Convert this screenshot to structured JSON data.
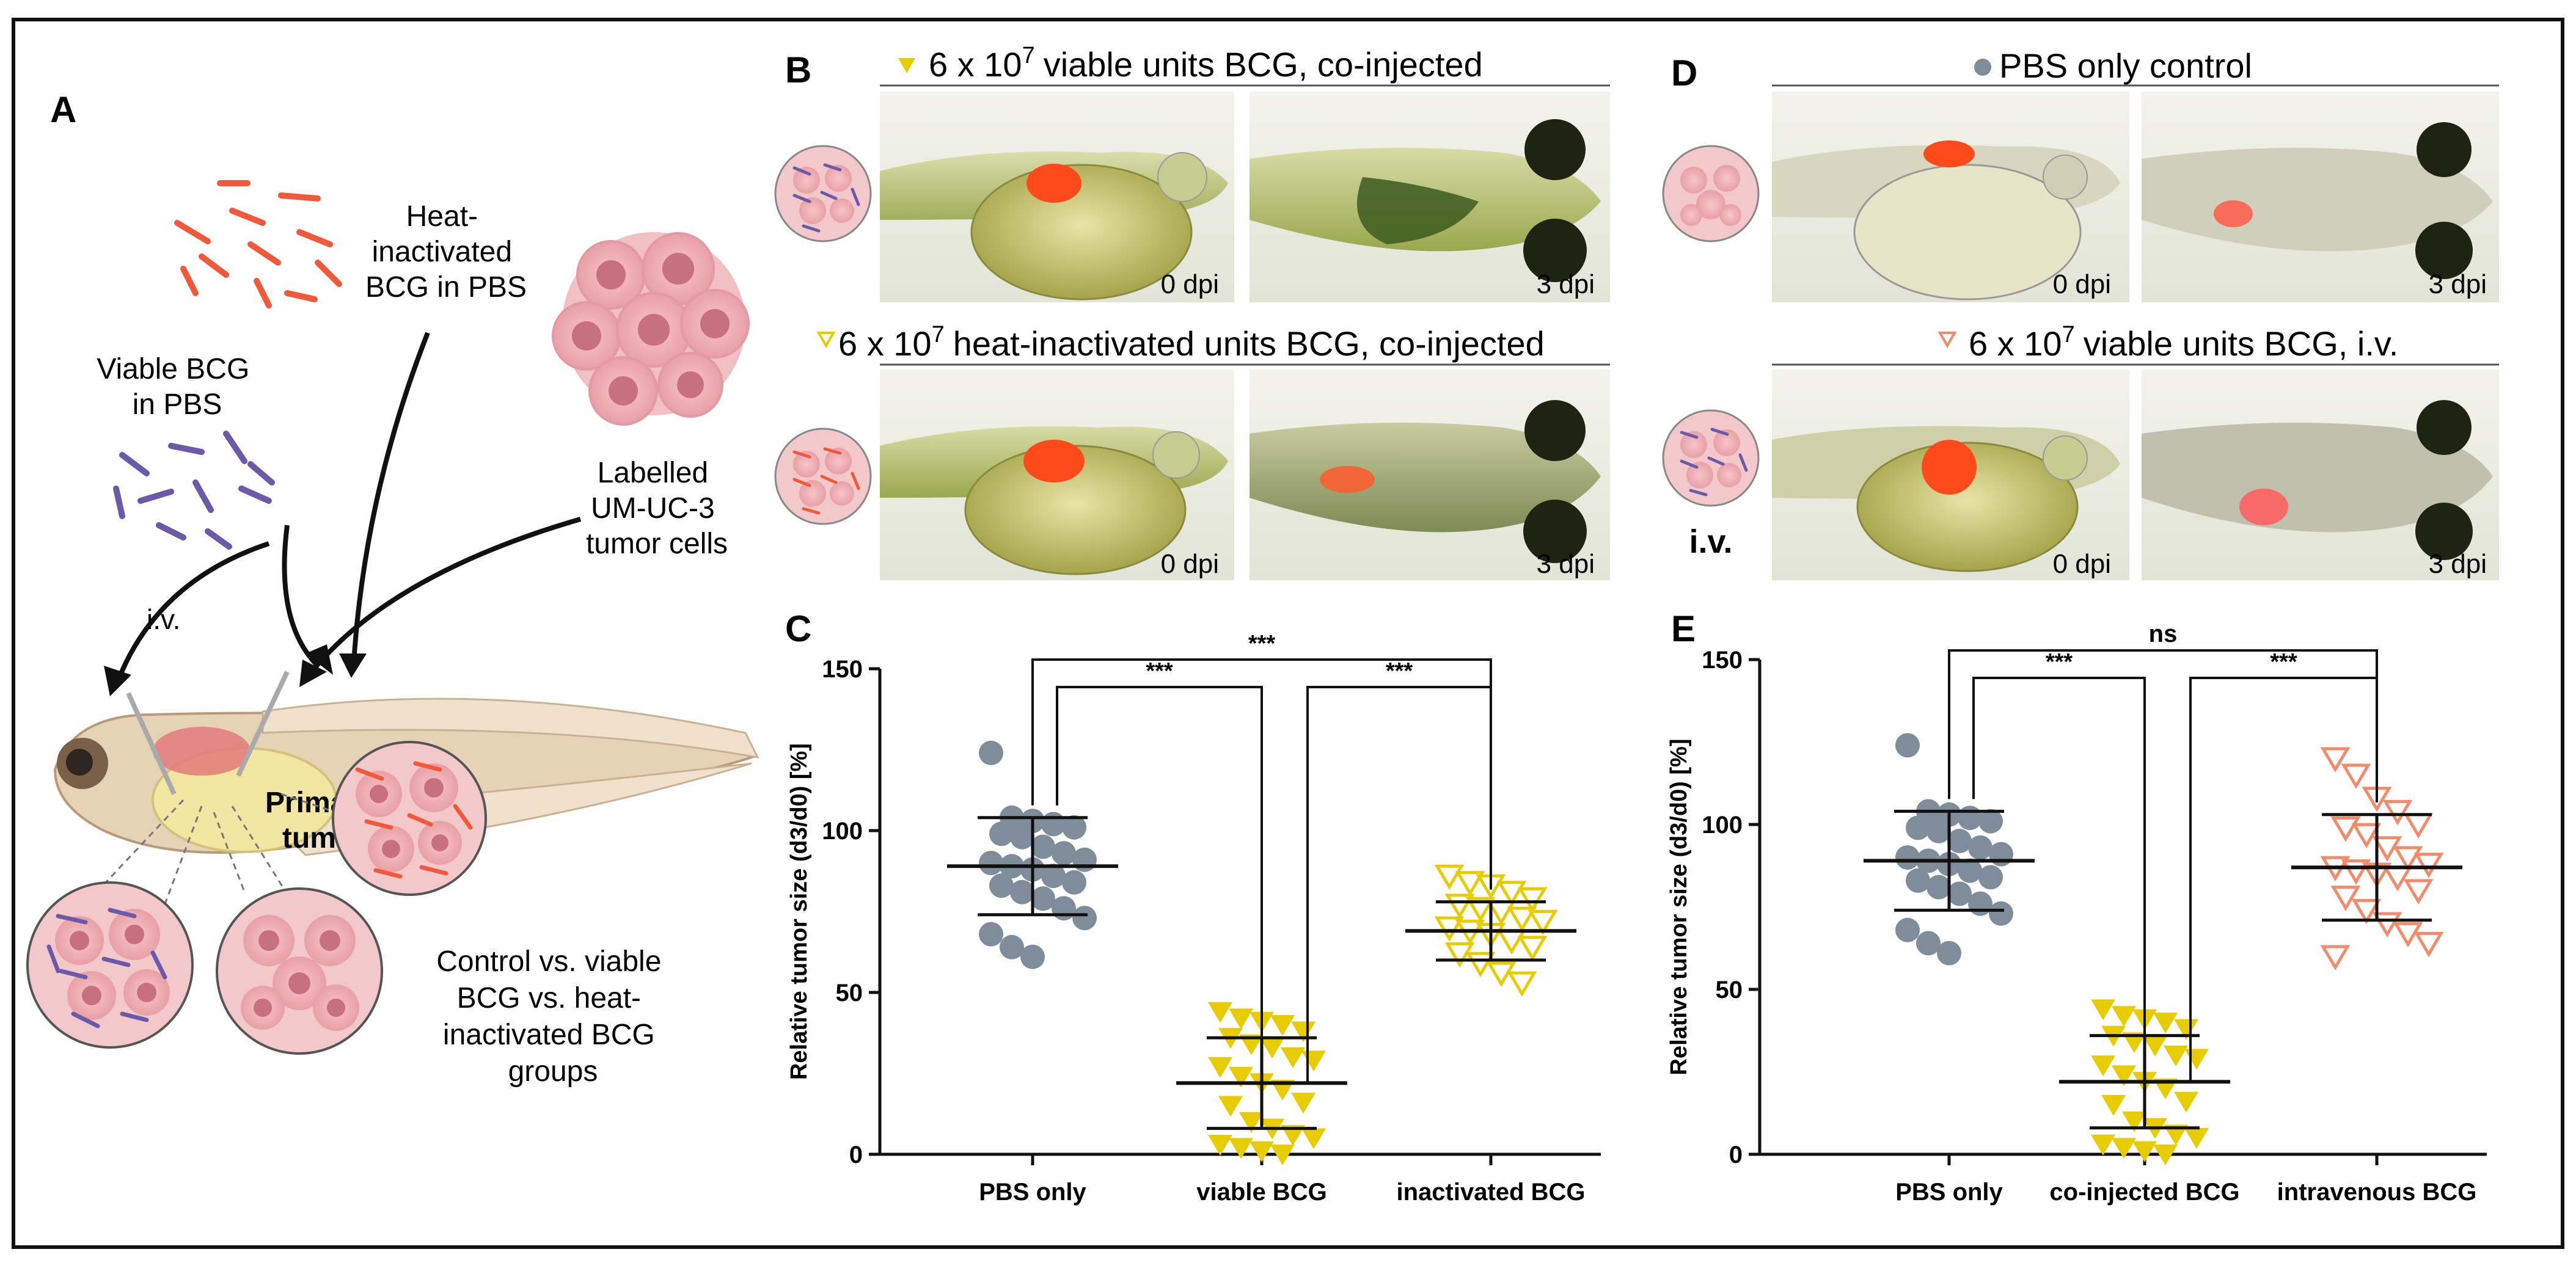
{
  "panelA": {
    "letter": "A",
    "heat_label": [
      "Heat-",
      "inactivated",
      "BCG in PBS"
    ],
    "viable_label": [
      "Viable BCG",
      "in PBS"
    ],
    "cells_label": [
      "Labelled",
      "UM-UC-3",
      "tumor cells"
    ],
    "iv_label": "i.v.",
    "primary_tumor_label": [
      "Primary",
      "tumor"
    ],
    "groups_label": [
      "Control vs. viable",
      "BCG vs. heat-",
      "inactivated BCG",
      "groups"
    ]
  },
  "panelB": {
    "letter": "B",
    "row1_title_prefix": "6 x 10",
    "row1_title_exp": "7",
    "row1_title_suffix": "viable units BCG, co-injected",
    "row2_title_prefix": "6 x 10",
    "row2_title_exp": "7",
    "row2_title_suffix": "heat-inactivated units BCG, co-injected",
    "dpi0": "0 dpi",
    "dpi3": "3 dpi"
  },
  "panelD": {
    "letter": "D",
    "row1_title": "PBS only control",
    "row2_title_prefix": "6 x 10",
    "row2_title_exp": "7",
    "row2_title_suffix": "viable units BCG, i.v.",
    "iv_label": "i.v.",
    "dpi0": "0 dpi",
    "dpi3": "3 dpi"
  },
  "colors": {
    "pbs": "#7f8c99",
    "viable": "#e6cc00",
    "inactivated": "#e6cc00",
    "iv": "#f08b6b",
    "tumor": "#ff4a1c",
    "bcg_viable": "#6a5aa8",
    "bcg_heat": "#f05a3c"
  },
  "chart_data": [
    {
      "panel": "C",
      "type": "scatter",
      "ylabel": "Relative tumor size (d3/d0) [%]",
      "ylim": [
        0,
        150
      ],
      "yticks": [
        0,
        50,
        100,
        150
      ],
      "categories": [
        "PBS only",
        "viable BCG",
        "inactivated BCG"
      ],
      "series": [
        {
          "values": [
            124,
            104,
            103,
            102,
            101,
            99,
            98,
            95,
            93,
            91,
            90,
            89,
            88,
            86,
            84,
            83,
            81,
            79,
            76,
            73,
            68,
            64,
            61
          ],
          "mean": 89,
          "sd": 15
        },
        {
          "values": [
            44,
            42,
            41,
            40,
            38,
            36,
            34,
            33,
            30,
            29,
            27,
            24,
            22,
            20,
            16,
            15,
            10,
            8,
            6,
            5,
            3,
            2,
            1,
            0
          ],
          "mean": 22,
          "sd": 14
        },
        {
          "values": [
            86,
            84,
            83,
            81,
            79,
            77,
            76,
            75,
            73,
            72,
            70,
            69,
            68,
            66,
            64,
            62,
            59,
            56,
            53
          ],
          "mean": 69,
          "sd": 9
        }
      ],
      "significance": [
        {
          "from": 0,
          "to": 2,
          "label": "***"
        },
        {
          "from": 0,
          "to": 1,
          "label": "***"
        },
        {
          "from": 1,
          "to": 2,
          "label": "***"
        }
      ]
    },
    {
      "panel": "E",
      "type": "scatter",
      "ylabel": "Relative tumor size (d3/d0) [%]",
      "ylim": [
        0,
        150
      ],
      "yticks": [
        0,
        50,
        100,
        150
      ],
      "categories": [
        "PBS only",
        "co-injected BCG",
        "intravenous BCG"
      ],
      "series": [
        {
          "values": [
            124,
            104,
            103,
            102,
            101,
            99,
            98,
            95,
            93,
            91,
            90,
            89,
            88,
            86,
            84,
            83,
            81,
            79,
            76,
            73,
            68,
            64,
            61
          ],
          "mean": 89,
          "sd": 15
        },
        {
          "values": [
            44,
            42,
            41,
            40,
            38,
            36,
            34,
            33,
            30,
            29,
            27,
            24,
            22,
            20,
            16,
            15,
            10,
            8,
            6,
            5,
            3,
            2,
            1,
            0
          ],
          "mean": 22,
          "sd": 14
        },
        {
          "values": [
            120,
            115,
            108,
            104,
            100,
            99,
            97,
            93,
            90,
            88,
            87,
            86,
            85,
            84,
            80,
            78,
            74,
            70,
            67,
            64,
            60
          ],
          "mean": 87,
          "sd": 16
        }
      ],
      "significance": [
        {
          "from": 0,
          "to": 2,
          "label": "ns"
        },
        {
          "from": 0,
          "to": 1,
          "label": "***"
        },
        {
          "from": 1,
          "to": 2,
          "label": "***"
        }
      ]
    }
  ]
}
